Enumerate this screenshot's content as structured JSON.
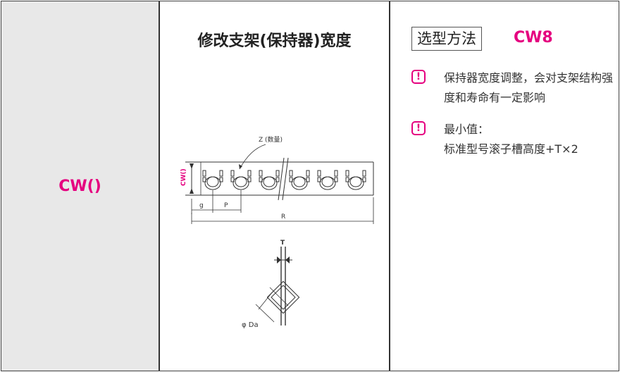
{
  "left": {
    "param": "CW()"
  },
  "middle": {
    "title": "修改支架(保持器)宽度",
    "diagram": {
      "z_label": "Z (数量)",
      "cw_label": "CW()",
      "g_label": "g",
      "p_label": "P",
      "r_label": "R",
      "t_label": "T",
      "da_label": "φ Da"
    }
  },
  "right": {
    "method_label": "选型方法",
    "method_code": "CW8",
    "notes": [
      {
        "icon": "exclamation-icon",
        "text": "保持器宽度调整，会对支架结构强度和寿命有一定影响"
      },
      {
        "icon": "exclamation-icon",
        "line1": "最小值：",
        "line2": "标准型号滚子槽高度+T×2"
      }
    ]
  },
  "colors": {
    "accent": "#e5007f",
    "left_bg": "#e8e8e8"
  }
}
